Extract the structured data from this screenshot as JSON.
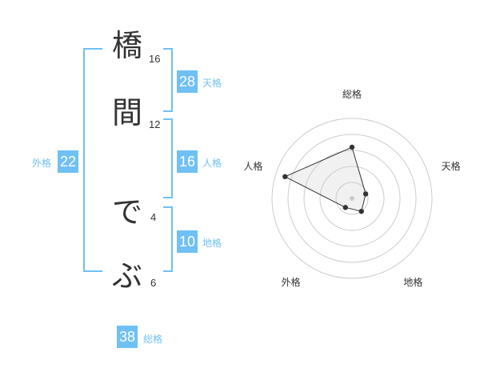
{
  "name_chars": [
    {
      "char": "橋",
      "strokes": "16"
    },
    {
      "char": "間",
      "strokes": "12"
    },
    {
      "char": "で",
      "strokes": "4"
    },
    {
      "char": "ぶ",
      "strokes": "6"
    }
  ],
  "kakusu": {
    "tenkaku": {
      "label": "天格",
      "value": "28"
    },
    "jinkaku": {
      "label": "人格",
      "value": "16"
    },
    "chikaku": {
      "label": "地格",
      "value": "10"
    },
    "gaikaku": {
      "label": "外格",
      "value": "22"
    },
    "soukaku": {
      "label": "総格",
      "value": "38"
    }
  },
  "colors": {
    "accent": "#6fc0f4",
    "text": "#333333",
    "grid": "#cccccc"
  },
  "chart_data": {
    "type": "radar",
    "axes": [
      "総格",
      "天格",
      "地格",
      "外格",
      "人格"
    ],
    "values": [
      3.2,
      0.9,
      1.0,
      0.7,
      4.4
    ],
    "rmax": 5,
    "rings": 5,
    "grid": true
  }
}
